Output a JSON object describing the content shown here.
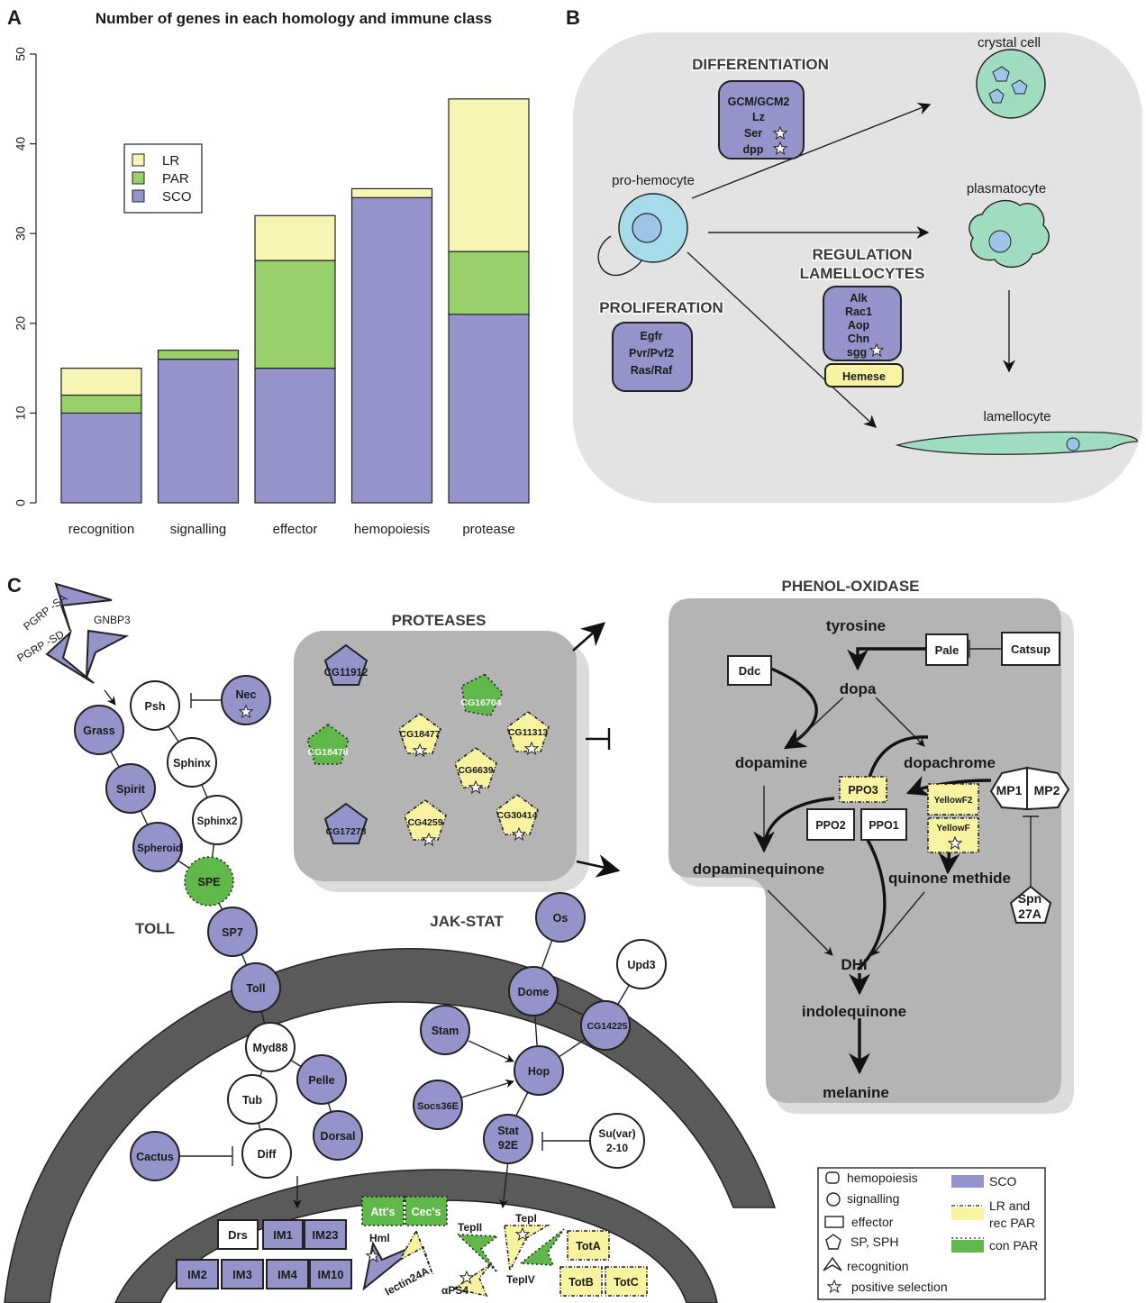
{
  "panel_labels": {
    "a": "A",
    "b": "B",
    "c": "C"
  },
  "chart_data": {
    "type": "bar",
    "stacked": true,
    "title": "Number of genes in each homology and immune class",
    "categories": [
      "recognition",
      "signalling",
      "effector",
      "hemopoiesis",
      "protease"
    ],
    "series": [
      {
        "name": "SCO",
        "color": "#9494cb",
        "values": [
          10,
          16,
          15,
          34,
          21
        ]
      },
      {
        "name": "PAR",
        "color": "#98d16b",
        "values": [
          2,
          1,
          12,
          0,
          7
        ]
      },
      {
        "name": "LR",
        "color": "#f7f5b4",
        "values": [
          3,
          0,
          5,
          1,
          17
        ]
      }
    ],
    "ylim": [
      0,
      50
    ],
    "yticks": [
      "0",
      "10",
      "20",
      "30",
      "40",
      "50"
    ],
    "legend_position": "top-left",
    "legend": [
      "LR",
      "PAR",
      "SCO"
    ]
  },
  "panel_b": {
    "cells": {
      "crystal": "crystal cell",
      "prohemocyte": "pro-hemocyte",
      "plasmatocyte": "plasmatocyte",
      "lamellocyte": "lamellocyte"
    },
    "differentiation": {
      "title": "DIFFERENTIATION",
      "genes": [
        "GCM/GCM2",
        "Lz",
        "Ser",
        "dpp"
      ]
    },
    "proliferation": {
      "title": "PROLIFERATION",
      "genes": [
        "Egfr",
        "Pvr/Pvf2",
        "Ras/Raf"
      ]
    },
    "regulation": {
      "title1": "REGULATION",
      "title2": "LAMELLOCYTES",
      "genes": [
        "Alk",
        "Rac1",
        "Aop",
        "Chn",
        "sgg"
      ],
      "extra": "Hemese"
    }
  },
  "panel_c": {
    "section_titles": {
      "toll": "TOLL",
      "jakstat": "JAK-STAT",
      "proteases": "PROTEASES",
      "po": "PHENOL-OXIDASE"
    },
    "recognition": [
      "PGRP -SA",
      "PGRP -SD",
      "GNBP3"
    ],
    "toll_nodes": [
      "Grass",
      "Spirit",
      "Spheroid",
      "SPE",
      "SP7",
      "Toll",
      "Psh",
      "Nec",
      "Sphinx",
      "Sphinx2",
      "Myd88",
      "Pelle",
      "Tub",
      "Dorsal",
      "Diff",
      "Cactus"
    ],
    "jak_nodes": [
      "Os",
      "Upd3",
      "Dome",
      "CG14225",
      "Stam",
      "Hop",
      "Socs36E",
      "Stat 92E",
      "Su(var) 2-10"
    ],
    "stat_label": [
      "Stat",
      "92E"
    ],
    "suvar_label": [
      "Su(var)",
      "2-10"
    ],
    "proteases": [
      "CG11912",
      "CG16704",
      "CG18478",
      "CG18477",
      "CG11313",
      "CG6639",
      "CG17278",
      "CG4259",
      "CG30414"
    ],
    "po_nodes": {
      "tyrosine": "tyrosine",
      "dopa": "dopa",
      "dopamine": "dopamine",
      "dopachrome": "dopachrome",
      "dopaminequinone": "dopaminequinone",
      "quinone_methide": "quinone methide",
      "dhi": "DHI",
      "indolequinone": "indolequinone",
      "melanine": "melanine"
    },
    "po_boxes": [
      "Pale",
      "Catsup",
      "Ddc",
      "PPO3",
      "PPO2",
      "PPO1",
      "YellowF2",
      "YellowF",
      "MP1",
      "MP2"
    ],
    "spn": [
      "Spn",
      "27A"
    ],
    "effectors": [
      "Drs",
      "IM1",
      "IM23",
      "IM2",
      "IM3",
      "IM4",
      "IM10",
      "Att's",
      "Cec's",
      "TotA",
      "TotB",
      "TotC"
    ],
    "effector_recognition": [
      "Hml",
      "lectin24A",
      "TepII",
      "TepI",
      "TepIV",
      "αPS4"
    ]
  },
  "legend_c": {
    "shapes": [
      "hemopoiesis",
      "signalling",
      "effector",
      "SP, SPH",
      "recognition",
      "positive selection"
    ],
    "colors": [
      "SCO",
      "LR and",
      "rec PAR",
      "con PAR"
    ]
  }
}
